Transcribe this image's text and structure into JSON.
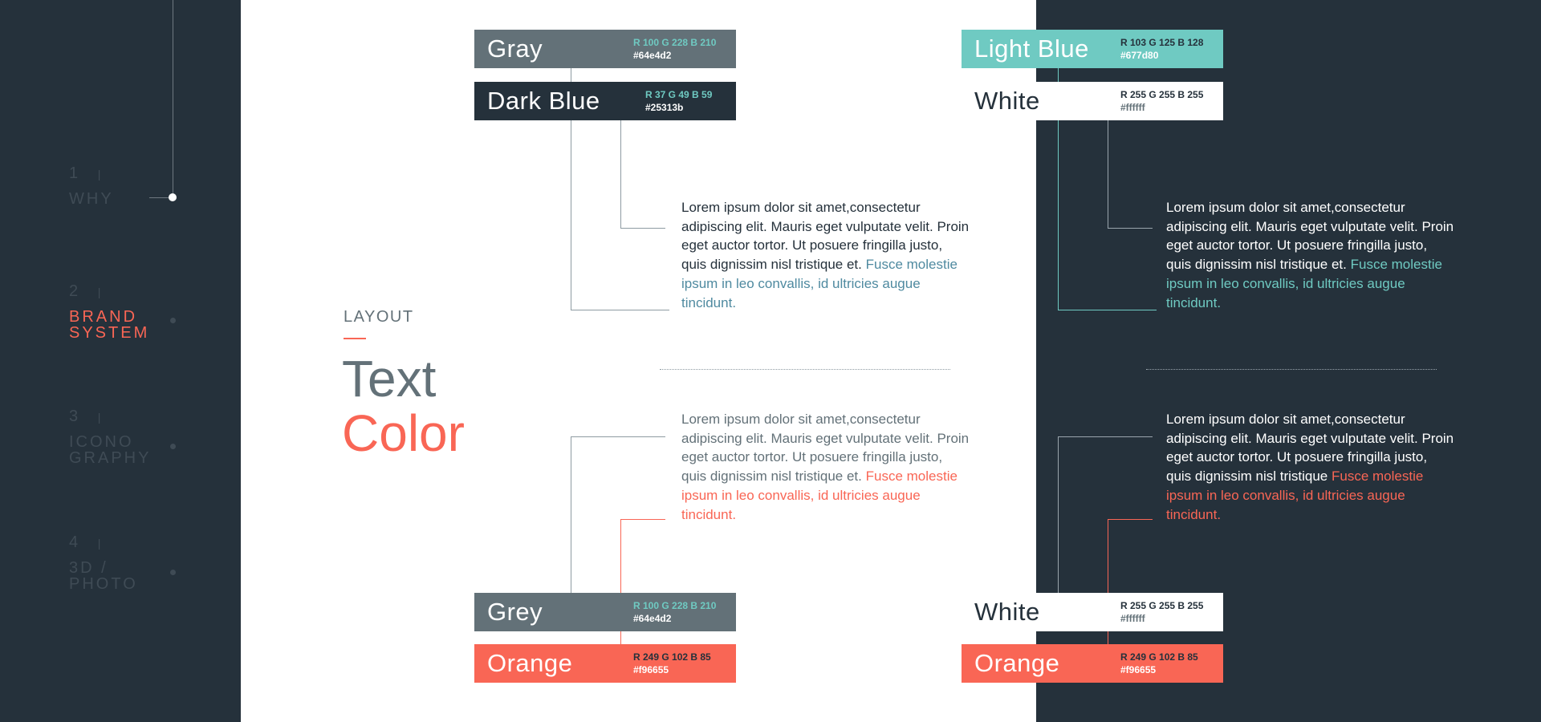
{
  "sidebar": {
    "items": [
      {
        "num": "1",
        "label_lines": [
          "WHY"
        ]
      },
      {
        "num": "2",
        "label_lines": [
          "BRAND",
          "SYSTEM"
        ]
      },
      {
        "num": "3",
        "label_lines": [
          "ICONO",
          "GRAPHY"
        ]
      },
      {
        "num": "4",
        "label_lines": [
          "3D /",
          "PHOTO"
        ]
      }
    ],
    "active_index": 1
  },
  "heading": {
    "section": "LAYOUT",
    "title_line1": "Text",
    "title_line2": "Color"
  },
  "swatches": {
    "left_top_1": {
      "name": "Gray",
      "rgb": "R 100 G 228 B 210",
      "hex": "#64e4d2",
      "bg": "#637178"
    },
    "left_top_2": {
      "name": "Dark Blue",
      "rgb": "R 37 G 49 B 59",
      "hex": "#25313b",
      "bg": "#25313b"
    },
    "left_bottom_1": {
      "name": "Grey",
      "rgb": "R 100 G 228 B 210",
      "hex": "#64e4d2",
      "bg": "#637178"
    },
    "left_bottom_2": {
      "name": "Orange",
      "rgb": "R 249 G 102 B 85",
      "hex": "#f96655",
      "bg": "#f96655"
    },
    "right_top_1": {
      "name": "Light Blue",
      "rgb": "R 103 G 125 B 128",
      "hex": "#677d80",
      "bg": "#6fcac2"
    },
    "right_top_2": {
      "name": "White",
      "rgb": "R 255  G 255 B 255",
      "hex": "#ffffff",
      "bg": "#ffffff"
    },
    "right_bottom_1": {
      "name": "White",
      "rgb": "R 255  G 255 B 255",
      "hex": "#ffffff",
      "bg": "#ffffff"
    },
    "right_bottom_2": {
      "name": "Orange",
      "rgb": "R 249 G 102 B 85",
      "hex": "#f96655",
      "bg": "#f96655"
    }
  },
  "paragraphs": {
    "left_top": {
      "body": "Lorem ipsum dolor sit amet,consectetur adipiscing elit. Mauris eget vulputate velit. Proin eget auctor tortor. Ut posuere fringilla justo, quis dignissim nisl tristique et.",
      "highlight": "Fusce molestie ipsum in leo convallis, id ultricies augue tincidunt."
    },
    "left_bottom": {
      "body": "Lorem ipsum dolor sit amet,consectetur adipiscing elit. Mauris eget vulputate velit. Proin eget auctor tortor. Ut posuere fringilla justo, quis dignissim nisl tristique et.",
      "highlight": "Fusce molestie ipsum in leo convallis, id ultricies augue tincidunt."
    },
    "right_top": {
      "body": "Lorem ipsum dolor sit amet,consectetur adipiscing elit. Mauris eget vulputate velit. Proin eget auctor tortor. Ut posuere fringilla justo, quis dignissim nisl tristique et.",
      "highlight": "Fusce molestie ipsum in leo convallis, id ultricies augue tincidunt."
    },
    "right_bottom": {
      "body": "Lorem ipsum dolor sit amet,consectetur adipiscing elit. Mauris eget vulputate velit. Proin eget auctor tortor. Ut posuere fringilla justo, quis dignissim nisl tristique",
      "highlight": "Fusce molestie ipsum in leo convallis, id ultricies augue tincidunt."
    }
  },
  "colors": {
    "dark_blue": "#25313b",
    "gray": "#637178",
    "light_blue": "#6fcac2",
    "orange": "#f96655",
    "white": "#ffffff"
  }
}
